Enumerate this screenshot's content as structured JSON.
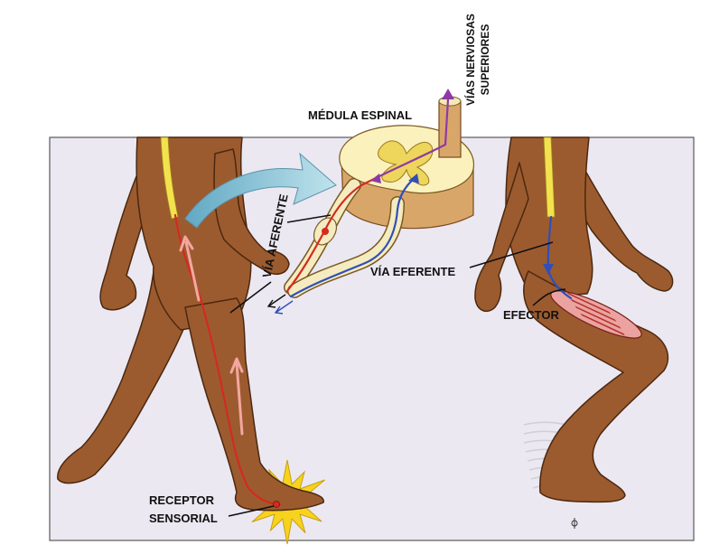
{
  "labels": {
    "medula": "MÉDULA ESPINAL",
    "vias_line1": "VÍAS NERVIOSAS",
    "vias_line2": "SUPERIORES",
    "aferente": "VÍA AFERENTE",
    "eferente": "VÍA EFERENTE",
    "efector": "EFECTOR",
    "receptor_line1": "RECEPTOR",
    "receptor_line2": "SENSORIAL"
  },
  "colors": {
    "skin": "#9c5b2e",
    "skin_outline": "#4b2810",
    "spinal_cord_yellow": "#f3e24e",
    "afferent_red": "#d42a20",
    "efferent_blue": "#2f4fb8",
    "ascending_purple": "#8e3aa6",
    "panel_background": "#ebe8f2"
  }
}
